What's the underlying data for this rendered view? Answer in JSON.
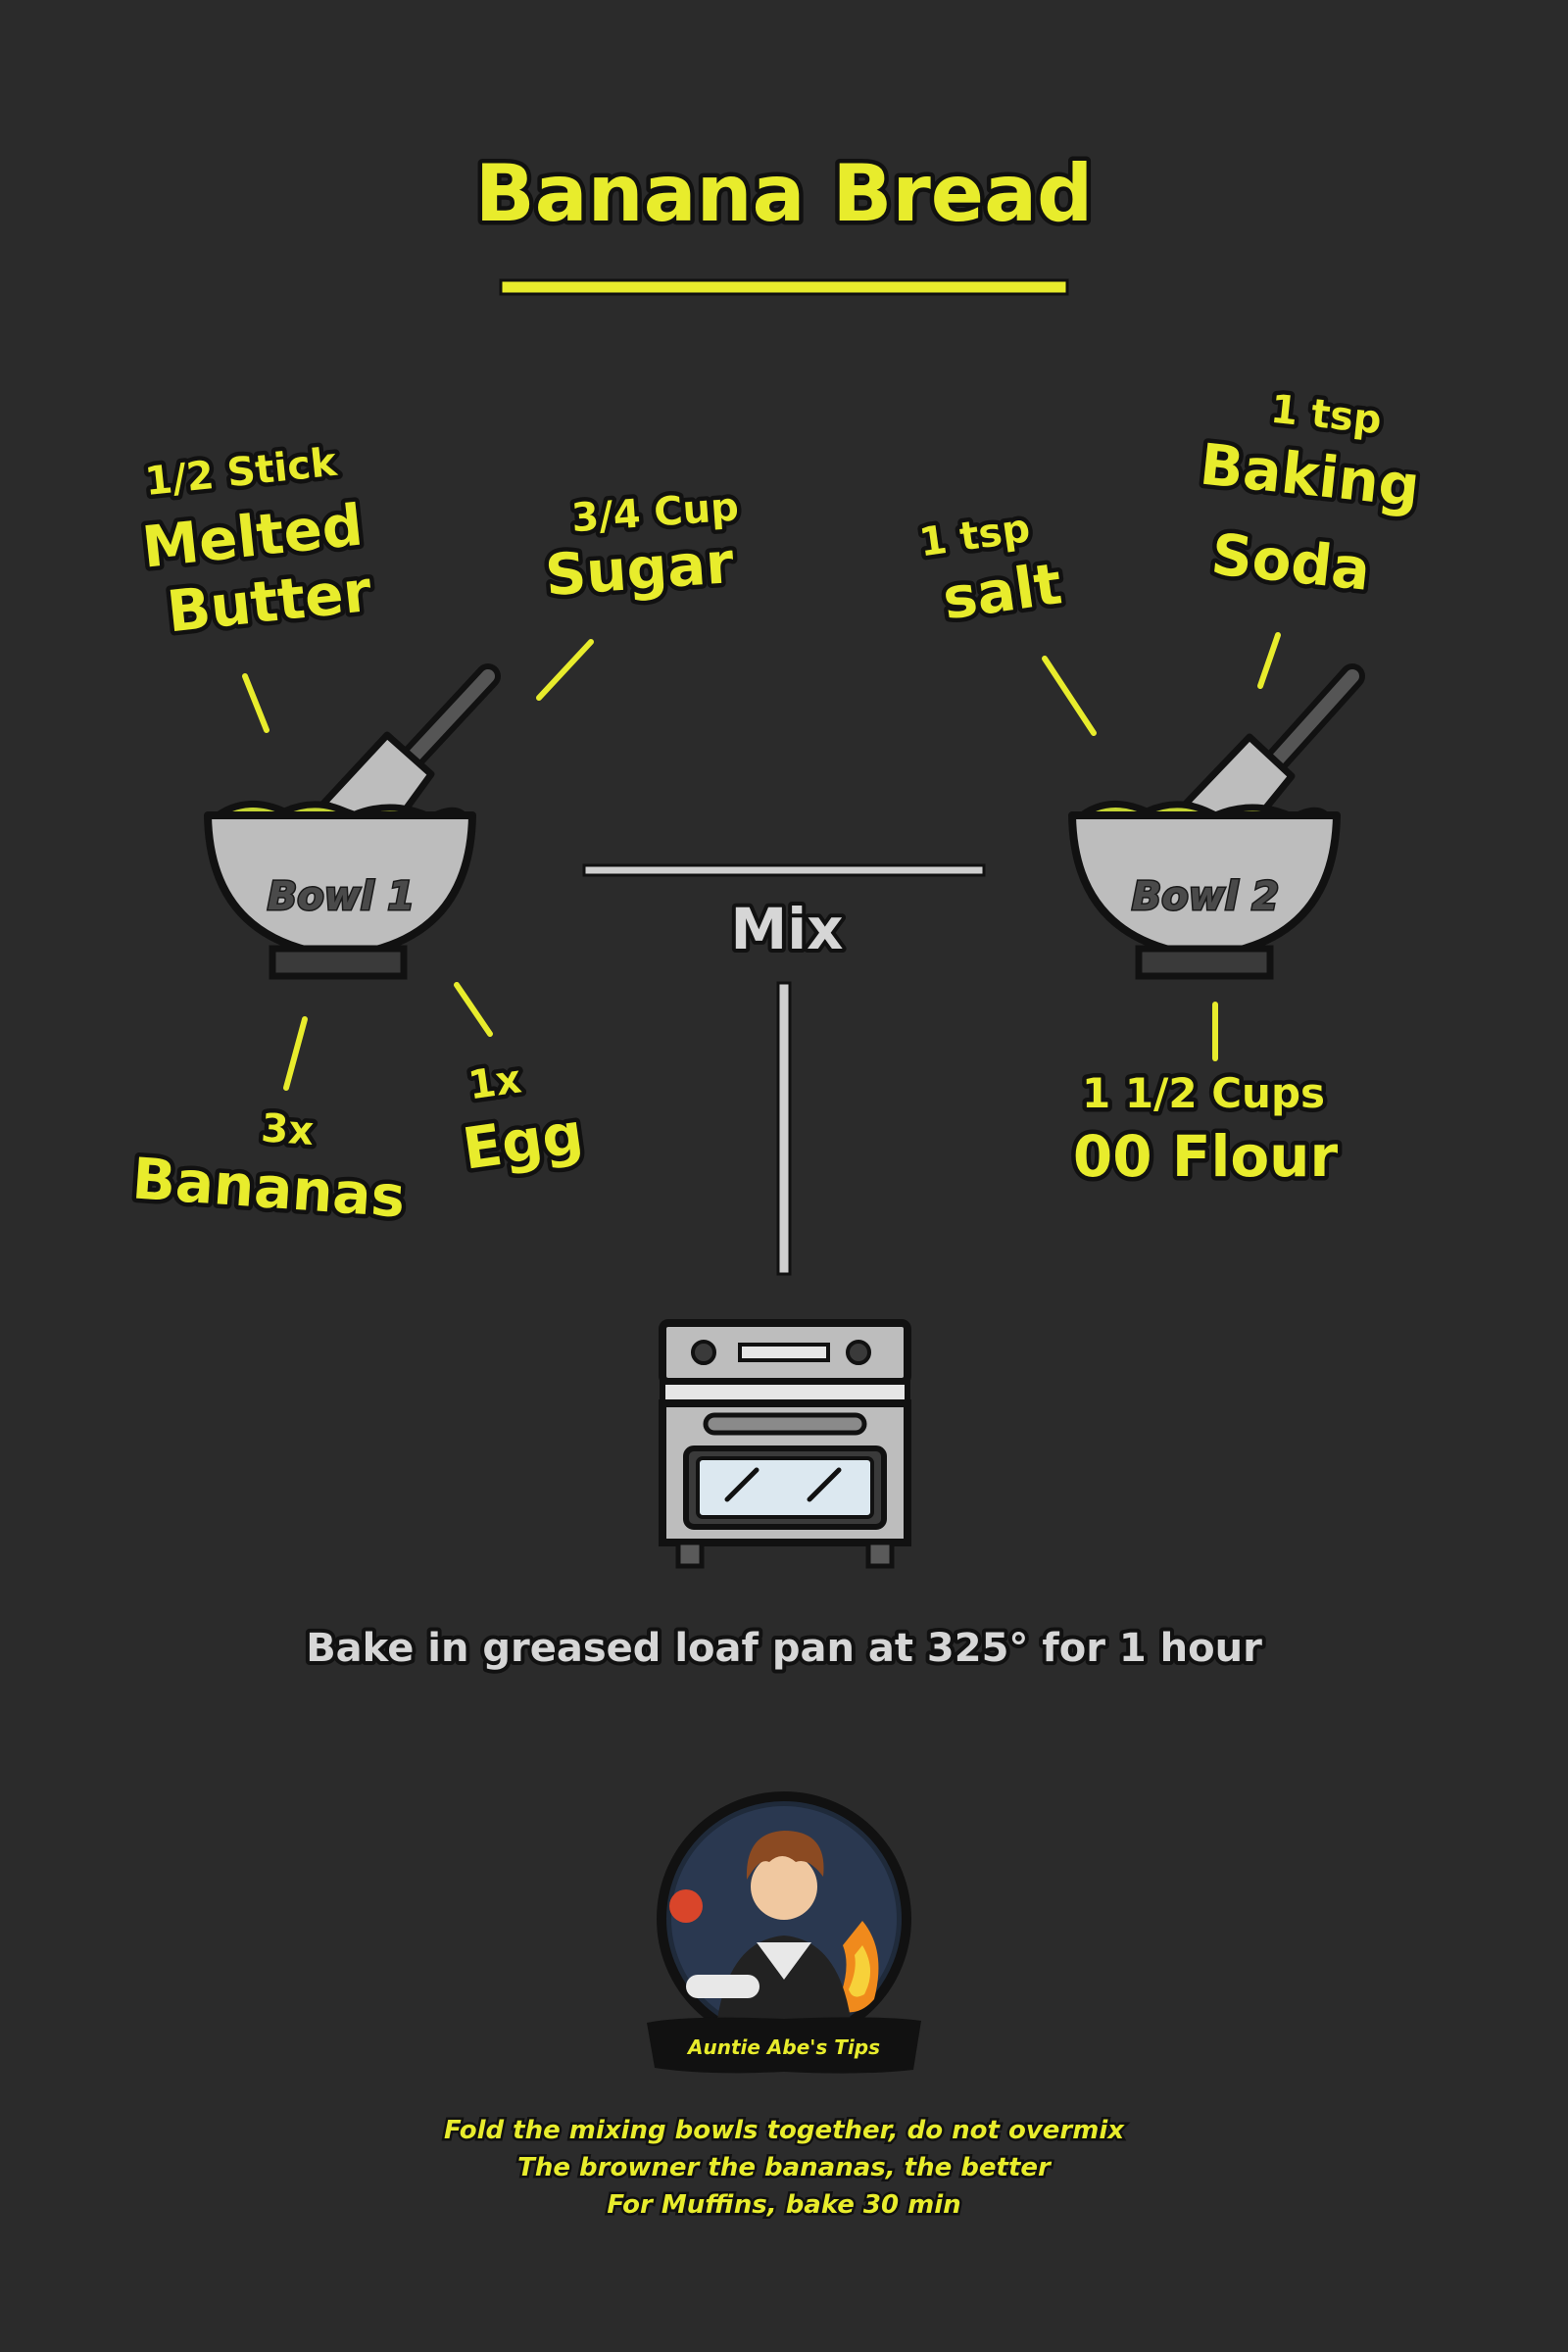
{
  "title": "Banana Bread",
  "bowl1": {
    "label": "Bowl 1",
    "ingredients": {
      "butter": {
        "qty": "1/2 Stick",
        "name_line1": "Melted",
        "name_line2": "Butter"
      },
      "sugar": {
        "qty": "3/4 Cup",
        "name": "Sugar"
      },
      "bananas": {
        "qty": "3x",
        "name": "Bananas"
      },
      "egg": {
        "qty": "1x",
        "name": "Egg"
      }
    }
  },
  "bowl2": {
    "label": "Bowl 2",
    "ingredients": {
      "salt": {
        "qty": "1 tsp",
        "name": "salt"
      },
      "baking_soda": {
        "qty": "1 tsp",
        "name_line1": "Baking",
        "name_line2": "Soda"
      },
      "flour": {
        "qty": "1 1/2 Cups",
        "name": "00 Flour"
      }
    }
  },
  "mix_label": "Mix",
  "bake_instruction": "Bake in greased loaf pan at 325° for 1 hour",
  "badge_label": "Auntie Abe's Tips",
  "tips": [
    "Fold the mixing bowls together, do not overmix",
    "The browner the bananas, the better",
    "For Muffins, bake 30 min"
  ],
  "colors": {
    "background": "#2b2b2b",
    "accent_yellow": "#e8ec2c",
    "batter_green": "#c4d432",
    "bowl_gray": "#bdbdbd",
    "connector_gray": "#cfcfcf"
  },
  "icons": [
    "mixing-bowl-icon",
    "spatula-icon",
    "oven-icon",
    "chef-avatar"
  ]
}
